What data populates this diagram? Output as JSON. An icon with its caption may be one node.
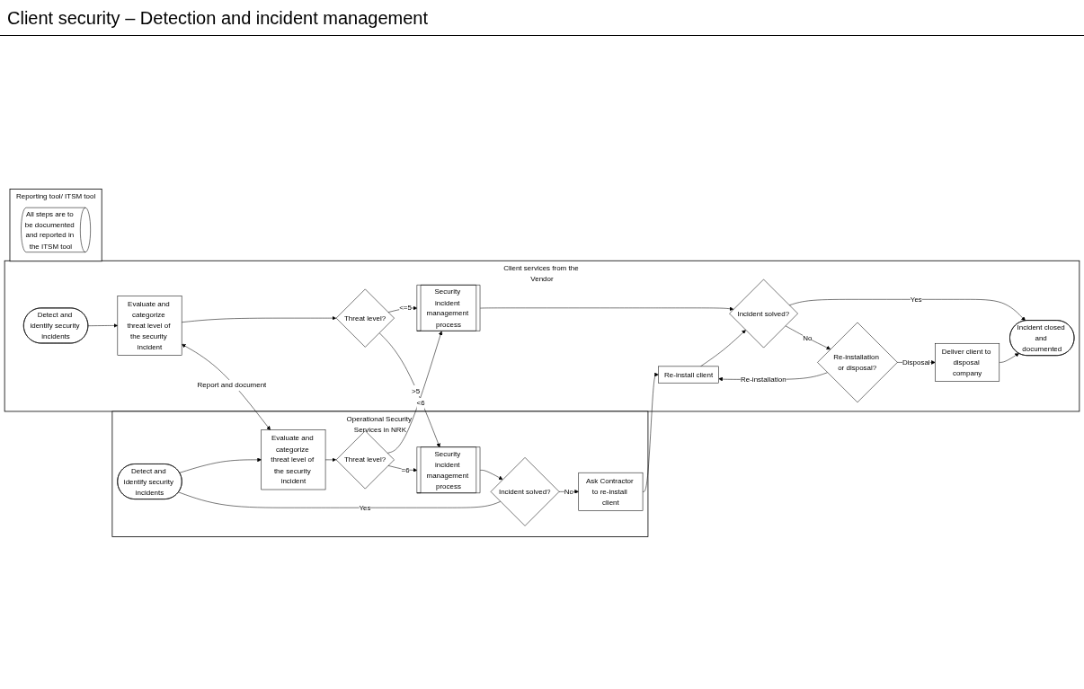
{
  "diagram": {
    "title": "Client security – Detection and incident management",
    "nodes": [
      {
        "text": [
          "Operational Security Services in NRK"
        ]
      },
      {
        "text": [
          "Detect and identify security incidents"
        ],
        "in": 0
      },
      {
        "text": [
          "Evaluate and categorize threat level of the security incident"
        ],
        "in": 0
      },
      {
        "text": [
          "Threat level?"
        ],
        "in": 0
      },
      {
        "text": [
          "Security incident management process"
        ],
        "in": 0
      },
      {
        "text": [
          "Incident solved?"
        ],
        "in": 0
      },
      {
        "text": [
          "Ask Contractor to re-install client"
        ],
        "in": 0
      },
      {
        "text": [
          "Client services from the Vendor"
        ]
      },
      {
        "text": [
          "Detect and identify security incidents"
        ],
        "in": 7
      },
      {
        "text": [
          "Evaluate and categorize threat level of the security incident"
        ],
        "in": 7
      },
      {
        "text": [
          "Threat level?"
        ],
        "in": 7
      },
      {
        "text": [
          "Security incident management process"
        ],
        "in": 7
      },
      {
        "text": [
          "Incident solved?"
        ],
        "in": 7
      },
      {
        "text": [
          "Re-installation or disposal?"
        ],
        "in": 7
      },
      {
        "text": [
          "Re-install client"
        ],
        "in": 7
      },
      {
        "text": [
          "Deliver client to disposal company"
        ],
        "in": 7
      },
      {
        "text": [
          "Incident closed and documented"
        ],
        "in": 7
      },
      {
        "text": [
          "Reporting tool/ ITSM tool"
        ]
      },
      {
        "text": [
          "All steps are to be documented and reported in the ITSM tool"
        ],
        "in": 17
      }
    ],
    "edges": [
      {
        "from": 1,
        "to": 2,
        "arrow": "to"
      },
      {
        "from": 2,
        "to": 3,
        "arrow": "to"
      },
      {
        "from": 3,
        "to": 4,
        "arrow": "to",
        "label": "=6"
      },
      {
        "from": 4,
        "to": 5,
        "arrow": "to"
      },
      {
        "from": 5,
        "to": 1,
        "arrow": "none",
        "label": "Yes"
      },
      {
        "from": 5,
        "to": 6,
        "arrow": "to",
        "label": "No"
      },
      {
        "from": 3,
        "to": 11,
        "arrow": "to",
        "label": "<6"
      },
      {
        "from": 6,
        "to": 14,
        "arrow": "to"
      },
      {
        "from": 9,
        "to": 2,
        "arrow": "both",
        "label": "Report and document"
      },
      {
        "from": 8,
        "to": 9,
        "arrow": "to"
      },
      {
        "from": 9,
        "to": 10,
        "arrow": "to"
      },
      {
        "from": 10,
        "to": 4,
        "arrow": "to",
        "label": ">5"
      },
      {
        "from": 10,
        "to": 11,
        "arrow": "to",
        "label": "<=5"
      },
      {
        "from": 11,
        "to": 12,
        "arrow": "to"
      },
      {
        "from": 12,
        "to": 13,
        "arrow": "to",
        "label": "No"
      },
      {
        "from": 13,
        "to": 14,
        "arrow": "to",
        "label": "Re-installation"
      },
      {
        "from": 14,
        "to": 12,
        "arrow": "to"
      },
      {
        "from": 13,
        "to": 15,
        "arrow": "to",
        "label": "Disposal"
      },
      {
        "from": 12,
        "to": 16,
        "arrow": "to",
        "label": "Yes"
      },
      {
        "from": 15,
        "to": 16,
        "arrow": "to"
      }
    ]
  }
}
